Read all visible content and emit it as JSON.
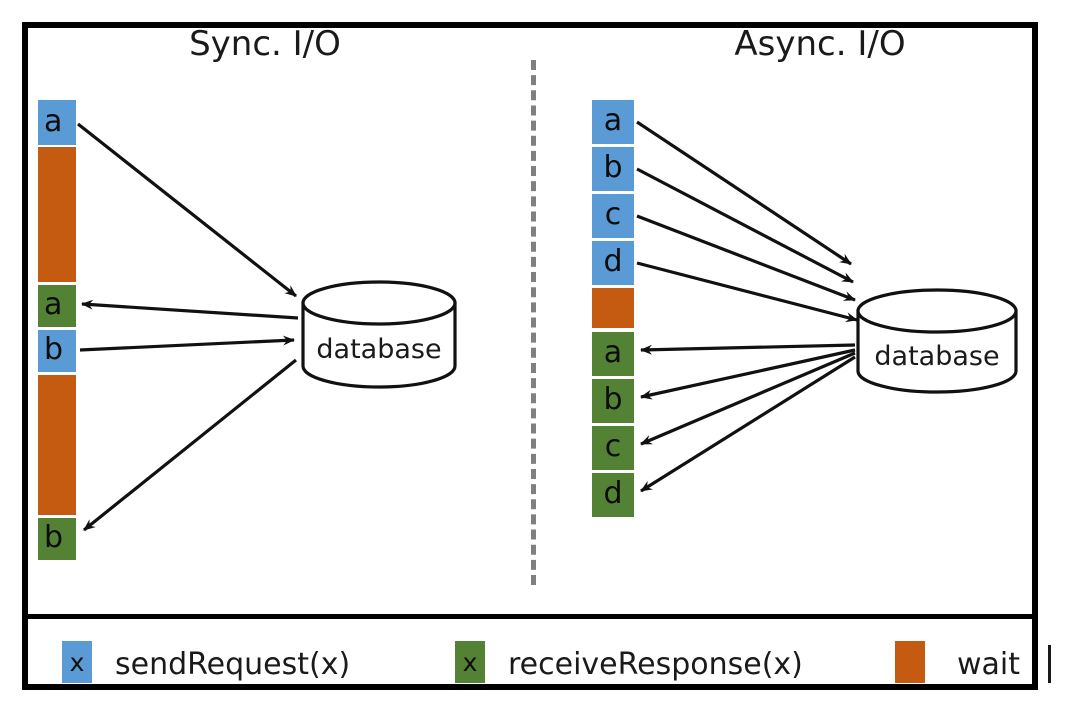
{
  "diagram": {
    "panels": [
      {
        "id": "sync",
        "title": "Sync. I/O",
        "database_label": "database"
      },
      {
        "id": "async",
        "title": "Async. I/O",
        "database_label": "database"
      }
    ],
    "colors": {
      "send_request": "#5B9BD5",
      "receive_response": "#548235",
      "wait": "#C55A11",
      "stroke": "#000000",
      "divider": "#808080",
      "text": "#1a1a1a"
    },
    "sync_timeline": [
      {
        "kind": "send",
        "label": "a"
      },
      {
        "kind": "wait",
        "label": ""
      },
      {
        "kind": "receive",
        "label": "a"
      },
      {
        "kind": "send",
        "label": "b"
      },
      {
        "kind": "wait",
        "label": ""
      },
      {
        "kind": "receive",
        "label": "b"
      }
    ],
    "async_timeline": [
      {
        "kind": "send",
        "label": "a"
      },
      {
        "kind": "send",
        "label": "b"
      },
      {
        "kind": "send",
        "label": "c"
      },
      {
        "kind": "send",
        "label": "d"
      },
      {
        "kind": "wait",
        "label": ""
      },
      {
        "kind": "receive",
        "label": "a"
      },
      {
        "kind": "receive",
        "label": "b"
      },
      {
        "kind": "receive",
        "label": "c"
      },
      {
        "kind": "receive",
        "label": "d"
      }
    ],
    "legend": [
      {
        "swatch": "x",
        "color_key": "send_request",
        "label": "sendRequest(x)"
      },
      {
        "swatch": "x",
        "color_key": "receive_response",
        "label": "receiveResponse(x)"
      },
      {
        "swatch": "",
        "color_key": "wait",
        "label": "wait"
      }
    ]
  }
}
